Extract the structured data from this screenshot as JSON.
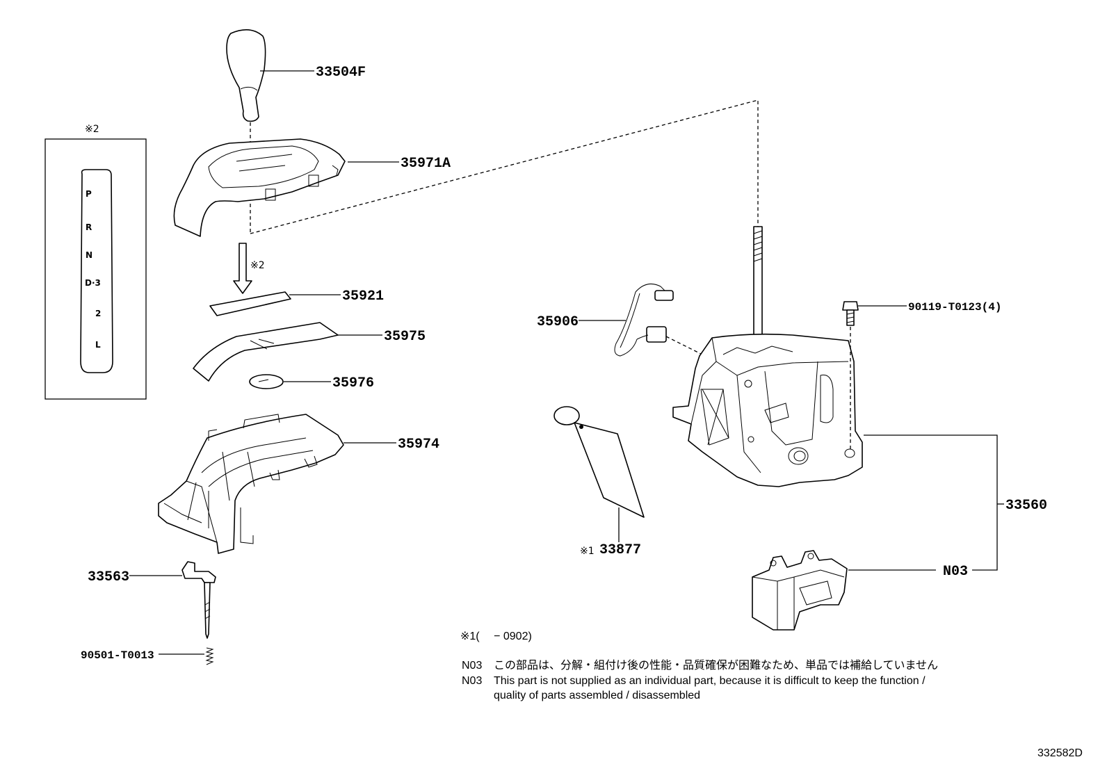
{
  "parts": {
    "knob": "33504F",
    "indicator_housing": "35971A",
    "plate": "35921",
    "slide_cover": "35975",
    "disc": "35976",
    "housing": "35974",
    "lock_solenoid": "33563",
    "spring": "90501-T0013",
    "wire": "35906",
    "bolt": "90119-T0123(4)",
    "shift_assy": "33560",
    "sub_assy": "N03",
    "label_prefix": "※1",
    "label": "33877"
  },
  "marks": {
    "inset": "※2",
    "arrow": "※2"
  },
  "gear_positions": [
    "P",
    "R",
    "N",
    "D·3",
    "2",
    "L"
  ],
  "notes": {
    "range": "※1(　 − 0902)",
    "n03_code": "N03",
    "jp": "この部品は、分解・組付け後の性能・品質確保が困難なため、単品では補給していません",
    "en_line1": "This part is not supplied as an individual part, because it is difficult to keep the function /",
    "en_line2": "quality of parts  assembled / disassembled"
  },
  "diagram_id": "332582D"
}
